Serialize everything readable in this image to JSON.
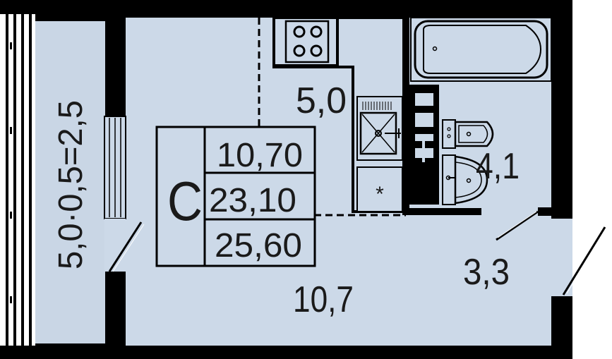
{
  "floor_plan": {
    "unit_type": "С",
    "areas_table": {
      "living": "10,70",
      "total": "23,10",
      "total_with_balcony": "25,60"
    },
    "rooms": {
      "kitchen": "5,0",
      "bathroom": "4,1",
      "hallway": "3,3",
      "living_room": "10,7"
    },
    "balcony_label": "5,0·0,5=2,5",
    "fridge_symbol": "*",
    "colors": {
      "wall": "#000000",
      "floor": "#ccd9e8",
      "balcony_floor": "#c9d6e5",
      "text": "#1a1a1a",
      "background": "#ffffff"
    }
  }
}
